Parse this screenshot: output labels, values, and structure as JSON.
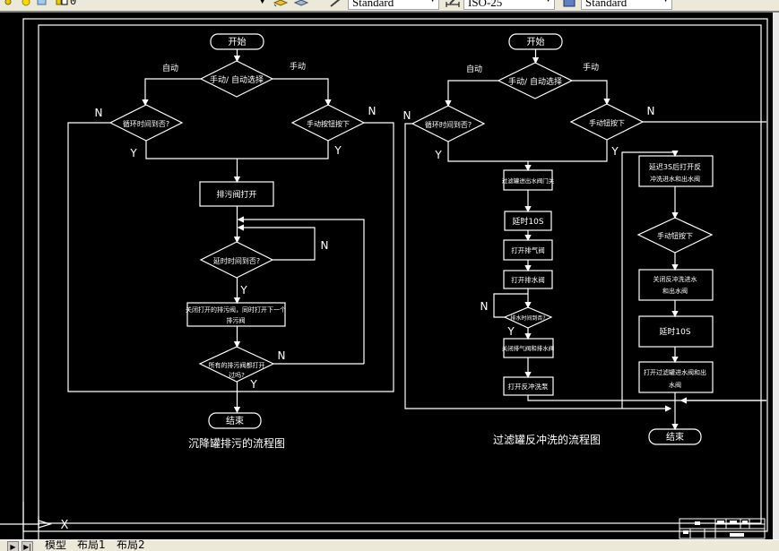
{
  "toolbar": {
    "layer_value": "0",
    "text_style": "Standard",
    "dim_style": "ISO-25",
    "table_style": "Standard",
    "icons": [
      "lightbulb-icon",
      "sun-icon",
      "layer-lock-icon",
      "color-swatch-icon",
      "layer-states-icon",
      "layer-previous-icon",
      "text-style-icon",
      "dim-style-icon",
      "table-style-icon"
    ]
  },
  "layout_tabs": {
    "nav": [
      "next-tab",
      "last-tab"
    ],
    "tabs": [
      {
        "label": "模型",
        "active": true
      },
      {
        "label": "布局1",
        "active": false
      },
      {
        "label": "布局2",
        "active": false
      }
    ]
  },
  "ucs": {
    "x_label": "X"
  },
  "left_flowchart": {
    "title": "沉降罐排污的流程图",
    "start": "开始",
    "mode_select": "手动/ 自动选择",
    "auto_label": "自动",
    "manual_label": "手动",
    "cycle_check": "循环时间到否?",
    "manual_button": "手动按钮按下",
    "open_valve": "排污阀打开",
    "timer_check": "延时时间到否?",
    "close_open_next_line1": "关闭打开的排污阀，同时打开下一个",
    "close_open_next_line2": "排污阀",
    "all_opened_line1": "所有的排污阀都打开",
    "all_opened_line2": "过吗?",
    "end": "结束",
    "yes": "Y",
    "no": "N"
  },
  "right_flowchart": {
    "title": "过滤罐反冲洗的流程图",
    "start": "开始",
    "mode_select": "手动/ 自动选择",
    "auto_label": "自动",
    "manual_label": "手动",
    "cycle_check": "循环时间到否?",
    "manual_button": "手动钮按下",
    "step1": "过滤罐进出水阀门关",
    "step2": "延时10S",
    "step3": "打开排气阀",
    "step4": "打开排水阀",
    "drain_check": "排水时间到否?",
    "step5": "关闭排气阀和排水阀",
    "step6": "打开反冲洗泵",
    "manual_step1_line1": "延迟3S后打开反",
    "manual_step1_line2": "冲洗进水和出水阀",
    "manual_check": "手动钮按下",
    "manual_step2_line1": "关闭反冲洗进水",
    "manual_step2_line2": "和出水阀",
    "manual_step3": "延时10S",
    "manual_step4_line1": "打开过滤罐进水阀和出",
    "manual_step4_line2": "水阀",
    "end": "结束",
    "yes": "Y",
    "no": "N"
  },
  "title_block": {
    "cells": [
      "",
      "",
      "",
      "",
      "",
      "",
      ""
    ]
  }
}
